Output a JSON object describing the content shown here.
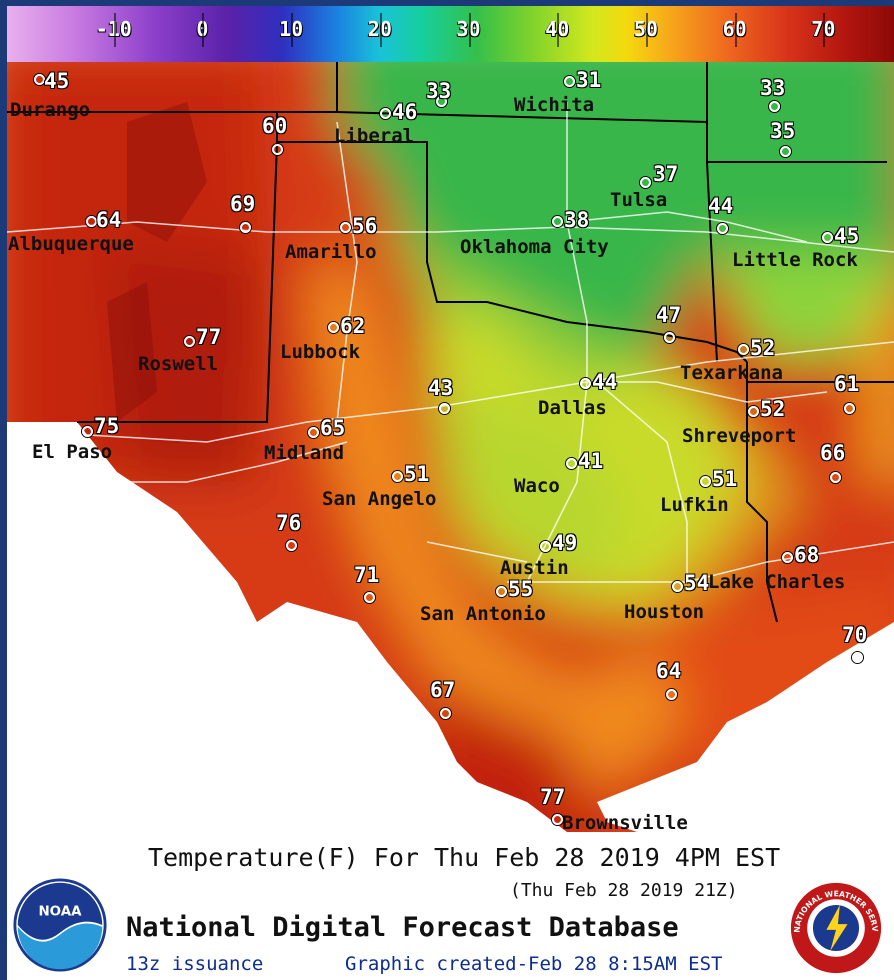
{
  "colorbar": {
    "ticks": [
      {
        "label": "-10",
        "value": -10
      },
      {
        "label": "0",
        "value": 0
      },
      {
        "label": "10",
        "value": 10
      },
      {
        "label": "20",
        "value": 20
      },
      {
        "label": "30",
        "value": 30
      },
      {
        "label": "40",
        "value": 40
      },
      {
        "label": "50",
        "value": 50
      },
      {
        "label": "60",
        "value": 60
      },
      {
        "label": "70",
        "value": 70
      }
    ]
  },
  "cities": [
    {
      "name": "Durango",
      "temp": "45"
    },
    {
      "name": "Liberal",
      "temp": "46"
    },
    {
      "name": "Wichita",
      "temp": "31"
    },
    {
      "name": "Albuquerque",
      "temp": "64"
    },
    {
      "name": "Amarillo",
      "temp": "56"
    },
    {
      "name": "Tulsa",
      "temp": "37"
    },
    {
      "name": "Oklahoma City",
      "temp": "38"
    },
    {
      "name": "Little Rock",
      "temp": "45"
    },
    {
      "name": "Roswell",
      "temp": "77"
    },
    {
      "name": "Lubbock",
      "temp": "62"
    },
    {
      "name": "Texarkana",
      "temp": "52"
    },
    {
      "name": "Dallas",
      "temp": "44"
    },
    {
      "name": "El Paso",
      "temp": "75"
    },
    {
      "name": "Midland",
      "temp": "65"
    },
    {
      "name": "Shreveport",
      "temp": "52"
    },
    {
      "name": "Waco",
      "temp": "41"
    },
    {
      "name": "San Angelo",
      "temp": "51"
    },
    {
      "name": "Lufkin",
      "temp": "51"
    },
    {
      "name": "Austin",
      "temp": "49"
    },
    {
      "name": "Lake Charles",
      "temp": "68"
    },
    {
      "name": "San Antonio",
      "temp": "55"
    },
    {
      "name": "Houston",
      "temp": "54"
    },
    {
      "name": "Brownsville",
      "temp": "77"
    }
  ],
  "extra_temps": [
    "33",
    "60",
    "33",
    "35",
    "69",
    "44",
    "47",
    "43",
    "61",
    "66",
    "76",
    "71",
    "70",
    "67",
    "64"
  ],
  "footer": {
    "title": "Temperature(F) For Thu Feb 28 2019  4PM EST",
    "subtitle": "(Thu Feb 28 2019 21Z)",
    "database": "National Digital Forecast Database",
    "issuance": "13z issuance",
    "created": "Graphic created-Feb 28  8:15AM EST",
    "noaa_logo_text": "NOAA",
    "nws_logo_text": "NATIONAL WEATHER SERVICE"
  }
}
